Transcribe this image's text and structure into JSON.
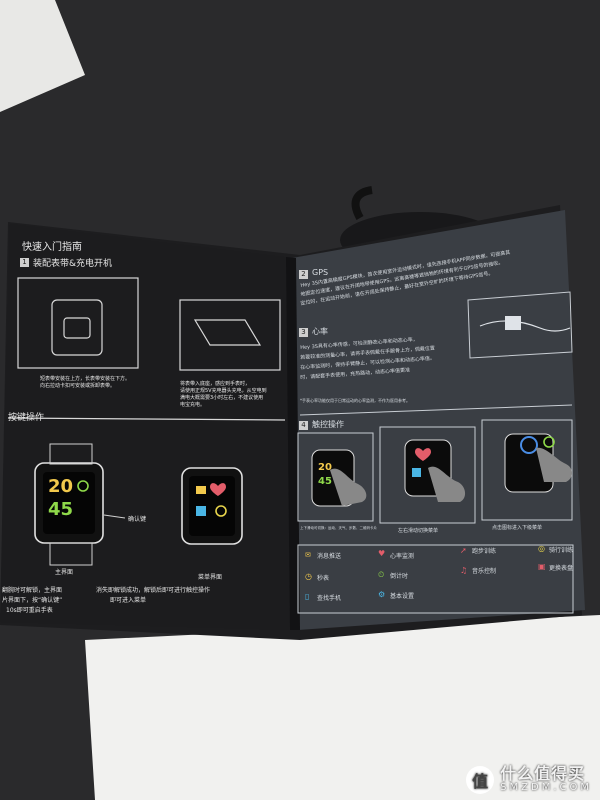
{
  "left_page": {
    "title": "快速入门指南",
    "section1": {
      "num": "1",
      "title": "装配表带&充电开机"
    },
    "caption_strap": [
      "短表带安装在上方，长表带安装在下方。",
      "向右拉动卡扣可安装或拆卸表带。"
    ],
    "caption_charge": [
      "将表带入底座，感应到手表时，",
      "请使用正规5V充电器头充电，从空电到",
      "满电大概需要3小时左右，不建议使用",
      "电宝充电。"
    ],
    "section2": {
      "title": "按键操作"
    },
    "watch_time": {
      "hour": "20",
      "minute": "45"
    },
    "label_confirm": "确认键",
    "label_main": "主界面",
    "label_menu": "菜单界面",
    "footer": [
      "翻腕时可解锁，主界面",
      "片界面下，按“确认键”",
      "10s即可重启手表"
    ],
    "footer_right": "消失即解锁成功，解锁后即可进行触控操作",
    "footer_right2": "即可进入菜单"
  },
  "right_page": {
    "gps": {
      "num": "2",
      "title": "GPS"
    },
    "gps_text": [
      "Hey 3S内置高精度GPS模块，首次使用室外运动模式时，请先连接手机APP同步数据，可提高其",
      "地图定位速度，建议在开阔地带使用GPS，远离高楼等遮挡物的环境有利于GPS信号的接收。",
      "定位时，在运动开始前，请在开阔处保持静止，最好在室外空旷的环境下等待GPS信号。"
    ],
    "hr": {
      "num": "3",
      "title": "心率"
    },
    "hr_text": [
      "Hey 3S具有心率传感，可检测静态心率和动态心率，",
      "若要较准的测量心率，请将手表佩戴在手腕骨上方，佩戴位置",
      "在心率监测时，保持手臂静止，可以检测心率和动态心率值。",
      "时，请配套手表使用，充热路动，动态心率值更准"
    ],
    "hr_note": "*手表心率功能仅用于日常运动的心率监测，不作为医用参考。",
    "touch": {
      "num": "4",
      "title": "触控操作"
    },
    "touch_captions": [
      "上下滑动可切换：运动、天气、步数、二维码卡片",
      "左右滑动切换菜单",
      "点击图标进入下级菜单"
    ],
    "menu_legend": [
      {
        "icon": "message-icon",
        "label": "消息推送"
      },
      {
        "icon": "heart-icon",
        "label": "心率监测"
      },
      {
        "icon": "run-icon",
        "label": "跑步训练"
      },
      {
        "icon": "bike-icon",
        "label": "骑行训练"
      },
      {
        "icon": "stopwatch-icon",
        "label": "秒表"
      },
      {
        "icon": "timer-icon",
        "label": "倒计时"
      },
      {
        "icon": "music-icon",
        "label": "音乐控制"
      },
      {
        "icon": "watchface-icon",
        "label": "更换表盘"
      },
      {
        "icon": "phone-icon",
        "label": "查找手机"
      },
      {
        "icon": "settings-icon",
        "label": "基本设置"
      }
    ]
  },
  "watermark": {
    "cn": "什么值得买",
    "en": "SMZDM.COM",
    "logo": "值"
  }
}
